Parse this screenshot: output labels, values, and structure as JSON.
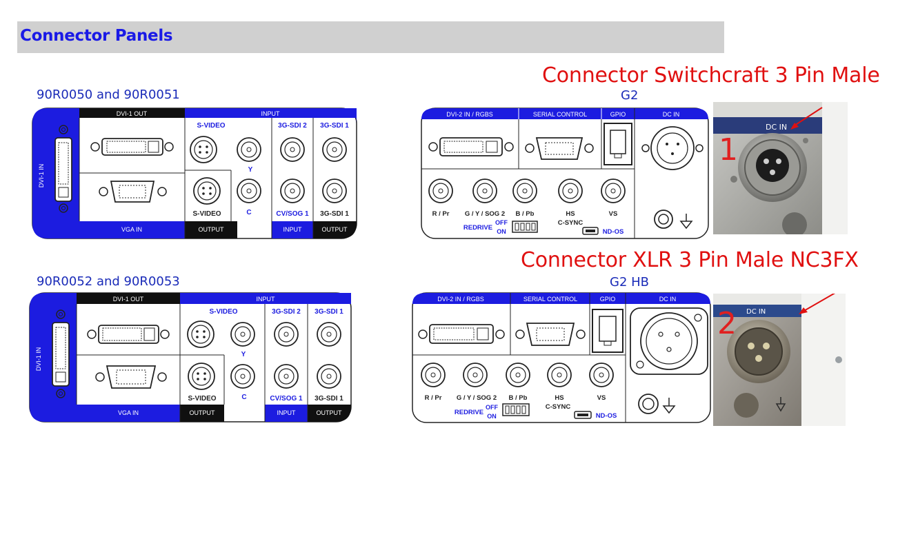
{
  "section_title": "Connector Panels",
  "panels": {
    "p1": {
      "caption": "90R0050 and 90R0051",
      "labels": {
        "dvi_in": "DVI-1 IN",
        "dvi_out": "DVI-1 OUT",
        "input": "INPUT",
        "svideo_top": "S-VIDEO",
        "sdi2": "3G-SDI 2",
        "sdi1_top": "3G-SDI 1",
        "y": "Y",
        "svideo_bottom": "S-VIDEO",
        "c": "C",
        "cvsog": "CV/SOG 1",
        "sdi1_bottom": "3G-SDI 1",
        "vga_in": "VGA IN",
        "output1": "OUTPUT",
        "input2": "INPUT",
        "output2": "OUTPUT"
      }
    },
    "p2": {
      "caption": "90R0052 and 90R0053",
      "labels": {
        "dvi_in": "DVI-1 IN",
        "dvi_out": "DVI-1 OUT",
        "input": "INPUT",
        "svideo_top": "S-VIDEO",
        "sdi2": "3G-SDI 2",
        "sdi1_top": "3G-SDI 1",
        "y": "Y",
        "svideo_bottom": "S-VIDEO",
        "c": "C",
        "cvsog": "CV/SOG 1",
        "sdi1_bottom": "3G-SDI 1",
        "vga_in": "VGA IN",
        "output1": "OUTPUT",
        "input2": "INPUT",
        "output2": "OUTPUT"
      }
    },
    "g2": {
      "caption": "G2",
      "labels": {
        "dvi2": "DVI-2 IN / RGBS",
        "serial": "SERIAL CONTROL",
        "gpio": "GPIO",
        "dcin": "DC IN",
        "rpr": "R / Pr",
        "gysog": "G / Y / SOG 2",
        "bpb": "B / Pb",
        "hs": "HS",
        "csync": "C-SYNC",
        "vs": "VS",
        "redrive": "REDRIVE",
        "off": "OFF",
        "on": "ON",
        "ndos": "ND-OS"
      }
    },
    "g2hb": {
      "caption": "G2 HB",
      "labels": {
        "dvi2": "DVI-2 IN / RGBS",
        "serial": "SERIAL CONTROL",
        "gpio": "GPIO",
        "dcin": "DC IN",
        "rpr": "R / Pr",
        "gysog": "G / Y / SOG 2",
        "bpb": "B / Pb",
        "hs": "HS",
        "csync": "C-SYNC",
        "vs": "VS",
        "redrive": "REDRIVE",
        "off": "OFF",
        "on": "ON",
        "ndos": "ND-OS"
      }
    }
  },
  "notes": {
    "connector1": "Connector Switchcraft  3 Pin Male",
    "connector2": "Connector XLR 3 Pin Male NC3FX"
  },
  "photos": {
    "photo1": {
      "number": "1",
      "label": "DC IN"
    },
    "photo2": {
      "number": "2",
      "label": "DC IN"
    }
  },
  "colors": {
    "panel_blue": "#1c1ce0",
    "panel_black": "#101010",
    "caption_blue": "#1a2bb8",
    "note_red": "#e01010",
    "title_bar": "#d0d0d0"
  }
}
